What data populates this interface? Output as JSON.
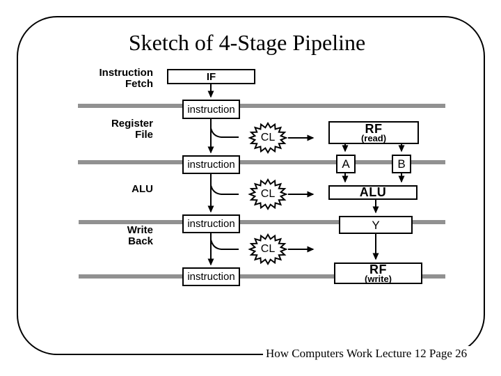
{
  "slide": {
    "title": "Sketch of 4-Stage Pipeline",
    "footer": "How Computers Work Lecture 12 Page 26"
  },
  "stage_labels": [
    {
      "lines": [
        "Instruction",
        "Fetch"
      ]
    },
    {
      "lines": [
        "Register",
        "File"
      ]
    },
    {
      "lines": [
        "ALU"
      ]
    },
    {
      "lines": [
        "Write",
        "Back"
      ]
    }
  ],
  "boxes": {
    "if_label": "IF",
    "instruction_labels": [
      "instruction",
      "instruction",
      "instruction",
      "instruction"
    ],
    "rf_read": {
      "title": "RF",
      "sub": "(read)"
    },
    "a_label": "A",
    "b_label": "B",
    "alu_label": "ALU",
    "y_label": "Y",
    "rf_write": {
      "title": "RF",
      "sub": "(write)"
    }
  },
  "control_logic": {
    "labels": [
      "CL",
      "CL",
      "CL"
    ]
  },
  "colors": {
    "pipeline_bar": "#919191",
    "line": "#000000",
    "background": "#ffffff"
  }
}
